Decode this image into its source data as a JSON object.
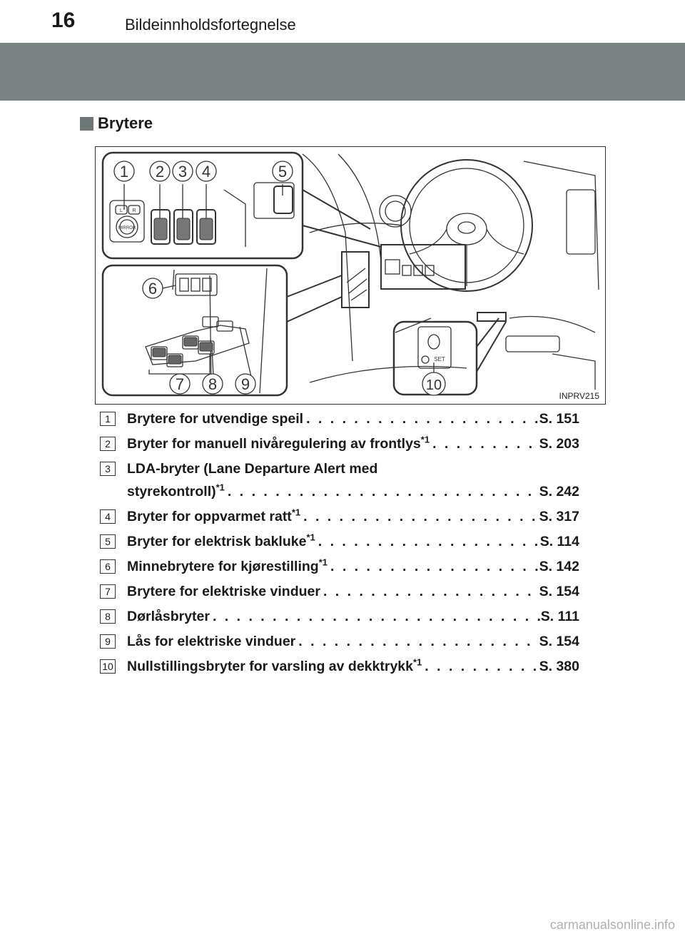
{
  "header": {
    "page_number": "16",
    "section_title": "Bildeinnholdsfortegnelse"
  },
  "heading": "Brytere",
  "figure": {
    "code": "INPRV215",
    "callouts": [
      "1",
      "2",
      "3",
      "4",
      "5",
      "6",
      "7",
      "8",
      "9",
      "10"
    ],
    "mirror_label": "MIRROR",
    "set_label": "SET",
    "lr_labels": [
      "L",
      "R"
    ]
  },
  "items": [
    {
      "num": "1",
      "label": "Brytere for utvendige speil",
      "sup": "",
      "page": "S. 151"
    },
    {
      "num": "2",
      "label": "Bryter for manuell nivåregulering av frontlys",
      "sup": "*1",
      "page": "S. 203"
    },
    {
      "num": "3",
      "label": "LDA-bryter (Lane Departure Alert med",
      "label2": "styrekontroll)",
      "sup": "*1",
      "page": "S. 242"
    },
    {
      "num": "4",
      "label": "Bryter for oppvarmet ratt",
      "sup": "*1",
      "page": "S. 317"
    },
    {
      "num": "5",
      "label": "Bryter for elektrisk bakluke",
      "sup": "*1",
      "page": "S. 114"
    },
    {
      "num": "6",
      "label": "Minnebrytere for kjørestilling",
      "sup": "*1",
      "page": "S. 142"
    },
    {
      "num": "7",
      "label": "Brytere for elektriske vinduer",
      "sup": "",
      "page": "S. 154"
    },
    {
      "num": "8",
      "label": "Dørlåsbryter",
      "sup": "",
      "page": "S. 111"
    },
    {
      "num": "9",
      "label": "Lås for elektriske vinduer",
      "sup": "",
      "page": "S. 154"
    },
    {
      "num": "10",
      "label": "Nullstillingsbryter for varsling av dekktrykk",
      "sup": "*1",
      "page": "S. 380"
    }
  ],
  "footer": "carmanualsonline.info"
}
